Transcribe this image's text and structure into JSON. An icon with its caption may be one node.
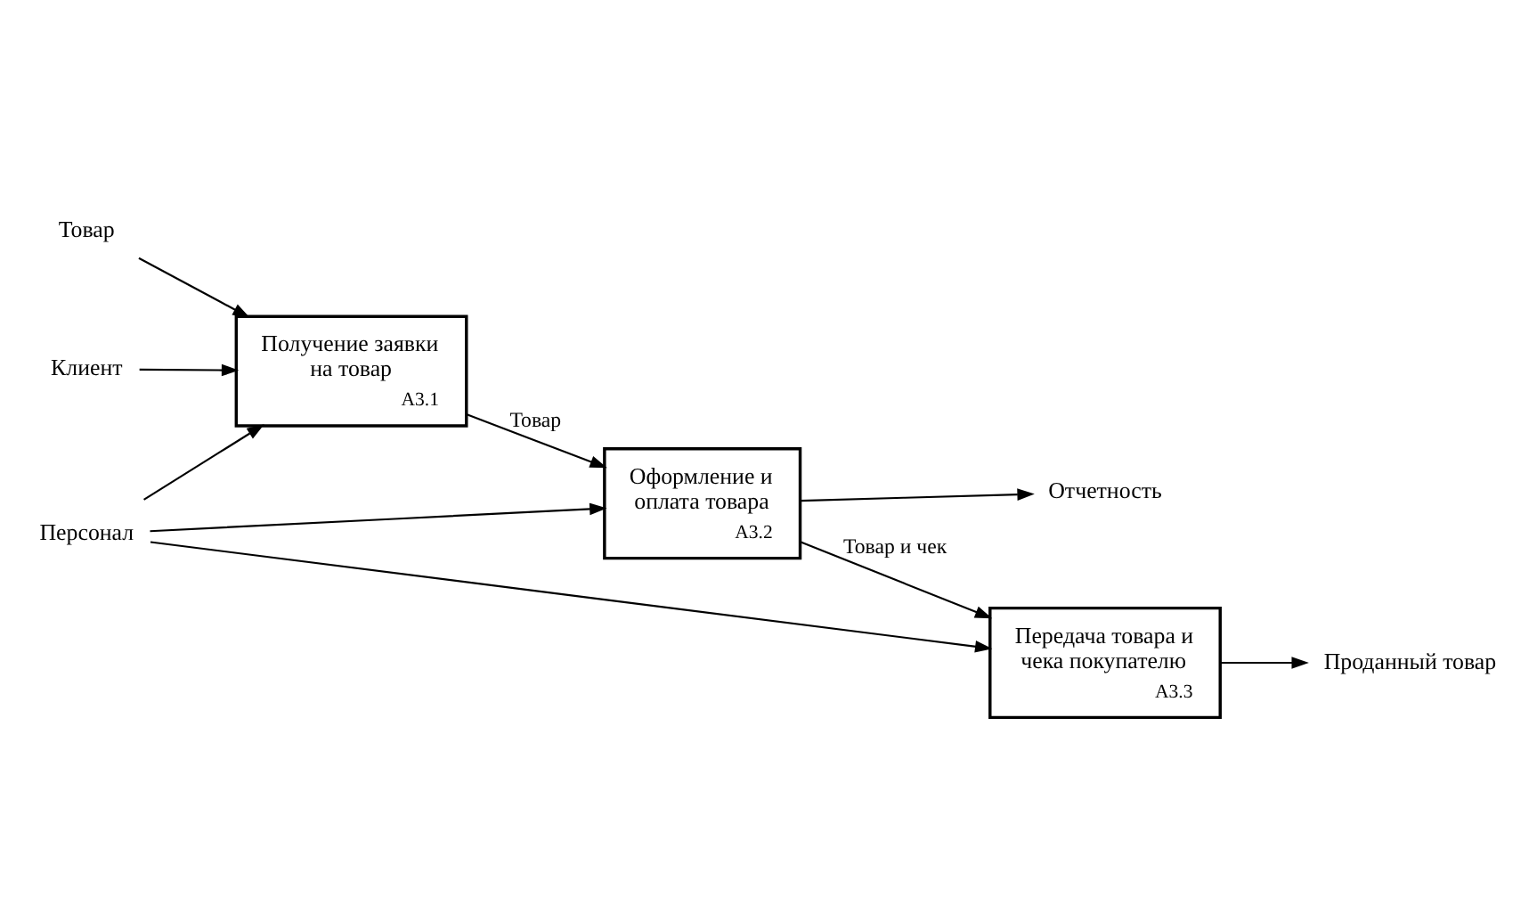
{
  "diagram": {
    "nodes": [
      {
        "text": [
          "Клиент"
        ]
      },
      {
        "text": [
          "Товар"
        ]
      },
      {
        "text": [
          "Получение заявки на товар",
          "A3.1"
        ]
      },
      {
        "text": [
          "Оформление и оплата товара",
          "A3.2"
        ]
      },
      {
        "text": [
          "Отчетность"
        ]
      },
      {
        "text": [
          "Передача товара и чека покупателю",
          "A3.3"
        ]
      },
      {
        "text": [
          "Проданный товар"
        ]
      },
      {
        "text": [
          "Персонал"
        ]
      }
    ],
    "edges": [
      {
        "from": 0,
        "to": 2,
        "arrow": "to"
      },
      {
        "from": 1,
        "to": 2,
        "arrow": "to"
      },
      {
        "from": 2,
        "to": 3,
        "arrow": "to",
        "label": "Товар"
      },
      {
        "from": 3,
        "to": 4,
        "arrow": "to"
      },
      {
        "from": 3,
        "to": 5,
        "arrow": "to",
        "label": "Товар и чек"
      },
      {
        "from": 5,
        "to": 6,
        "arrow": "to"
      },
      {
        "from": 7,
        "to": 2,
        "arrow": "to"
      },
      {
        "from": 7,
        "to": 3,
        "arrow": "to"
      },
      {
        "from": 7,
        "to": 5,
        "arrow": "to"
      }
    ]
  }
}
